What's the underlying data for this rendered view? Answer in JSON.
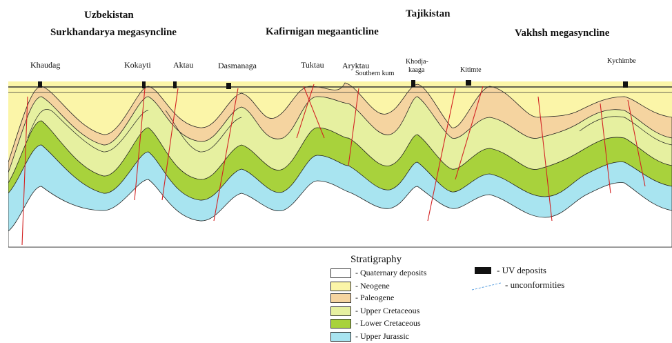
{
  "header": {
    "country_left": "Uzbekistan",
    "country_right": "Tajikistan",
    "region_1": "Surkhandarya megasyncline",
    "region_2": "Kafirnigan megaanticline",
    "region_3": "Vakhsh megasyncline"
  },
  "localities": [
    {
      "id": "khaudag",
      "label": "Khaudag"
    },
    {
      "id": "kokayti",
      "label": "Kokayti"
    },
    {
      "id": "aktau",
      "label": "Aktau"
    },
    {
      "id": "dasmanaga",
      "label": "Dasmanaga"
    },
    {
      "id": "tuktau",
      "label": "Tuktau"
    },
    {
      "id": "aryktau",
      "label": "Aryktau"
    },
    {
      "id": "southern-kum",
      "label": "Southern kum"
    },
    {
      "id": "khodja",
      "label": "Khodja-"
    },
    {
      "id": "kaaga",
      "label": "kaaga"
    },
    {
      "id": "kitimte",
      "label": "Kitimte"
    },
    {
      "id": "kychimbe",
      "label": "Kychimbe"
    }
  ],
  "legend": {
    "title": "Stratigraphy",
    "items": [
      {
        "label": "- Quaternary deposits",
        "color": "#ffffff"
      },
      {
        "label": "- Neogene",
        "color": "#fbf5a8"
      },
      {
        "label": "- Paleogene",
        "color": "#f5d4a0"
      },
      {
        "label": "- Upper Cretaceous",
        "color": "#e6f0a0"
      },
      {
        "label": "- Lower Cretaceous",
        "color": "#a8d23c"
      },
      {
        "label": "- Upper Jurassic",
        "color": "#a8e4f0"
      }
    ],
    "uv_label": "- UV deposits",
    "unconformity_label": "- unconformities"
  },
  "layer_colors": {
    "neogene": "#fbf5a8",
    "paleogene": "#f5d4a0",
    "upper_cretaceous": "#e6f0a0",
    "lower_cretaceous": "#a8d23c",
    "upper_jurassic": "#a8e4f0",
    "fault": "#d22222",
    "uv": "#111111"
  }
}
